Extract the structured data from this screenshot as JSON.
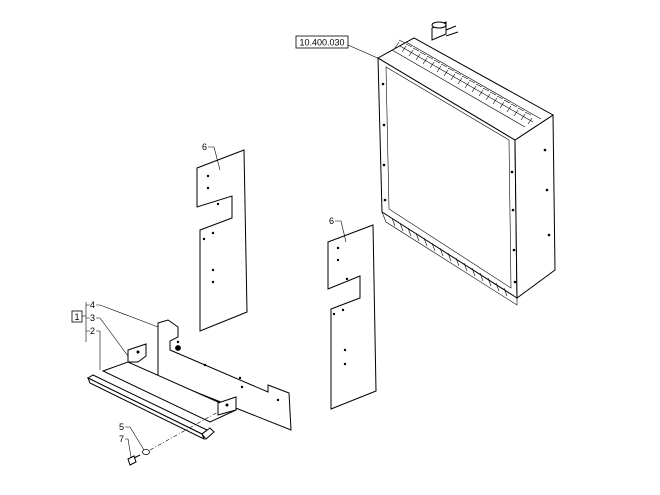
{
  "reference_label": "10.400.030",
  "group_label": "1",
  "callouts": {
    "c2": "2",
    "c3": "3",
    "c4": "4",
    "c5": "5",
    "c6a": "6",
    "c6b": "6",
    "c7": "7"
  }
}
